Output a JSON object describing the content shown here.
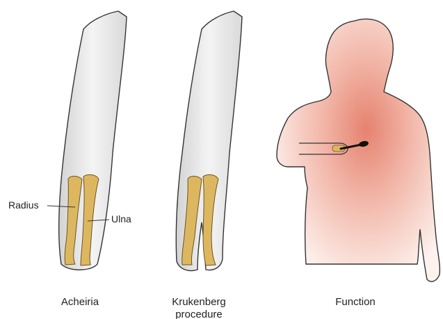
{
  "figure": {
    "panels": [
      {
        "caption_line1": "Acheiria",
        "caption_line2": ""
      },
      {
        "caption_line1": "Krukenberg",
        "caption_line2": "procedure"
      },
      {
        "caption_line1": "Function",
        "caption_line2": ""
      }
    ],
    "labels": {
      "radius": "Radius",
      "ulna": "Ulna"
    },
    "colors": {
      "skin": "#dcdcdc",
      "skin_light": "#f3f3f3",
      "bone": "#ddb760",
      "bone_outline": "#6b5420",
      "outline": "#333333",
      "torso_tint": "#e8897a",
      "spoon": "#111111"
    }
  }
}
